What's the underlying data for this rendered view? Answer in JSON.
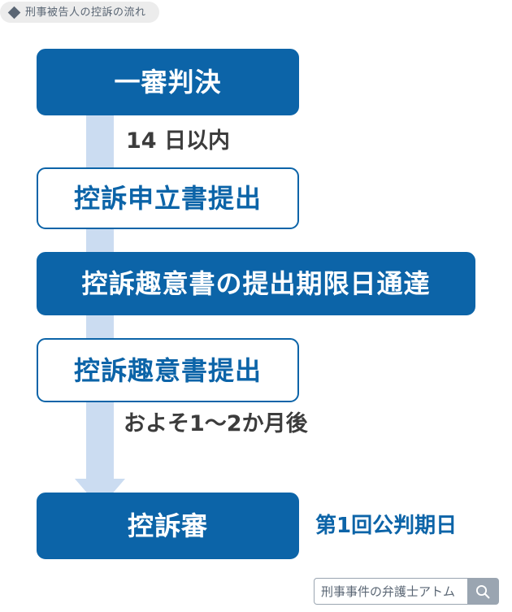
{
  "header": {
    "icon": "diamond-icon",
    "title": "刑事被告人の控訴の流れ"
  },
  "flow": {
    "nodes": [
      {
        "id": "first-instance-judgment",
        "label": "一審判決",
        "style": "filled"
      },
      {
        "id": "notice-of-appeal-filing",
        "label": "控訴申立書提出",
        "style": "outlined"
      },
      {
        "id": "deadline-notification",
        "label": "控訴趣意書の提出期限日通達",
        "style": "filled"
      },
      {
        "id": "statement-of-reasons-filing",
        "label": "控訴趣意書提出",
        "style": "outlined"
      },
      {
        "id": "appellate-trial",
        "label": "控訴審",
        "style": "filled"
      }
    ],
    "annotations": [
      {
        "id": "within-14-days",
        "text": "14 日以内",
        "color": "dark"
      },
      {
        "id": "about-1-to-2-months-later",
        "text": "およそ1〜2か月後",
        "color": "dark"
      },
      {
        "id": "first-trial-date",
        "text": "第1回公判期日",
        "color": "blue"
      }
    ]
  },
  "search": {
    "placeholder": "刑事事件の弁護士アトム",
    "value": "",
    "button_icon": "search-icon"
  },
  "colors": {
    "brand_blue": "#0c64a8",
    "connector_blue": "#cbdcf1",
    "header_pill_bg": "#ececec",
    "header_text": "#5a6674",
    "annotation_dark": "#3c3c3c",
    "search_border": "#9aa5b1"
  }
}
